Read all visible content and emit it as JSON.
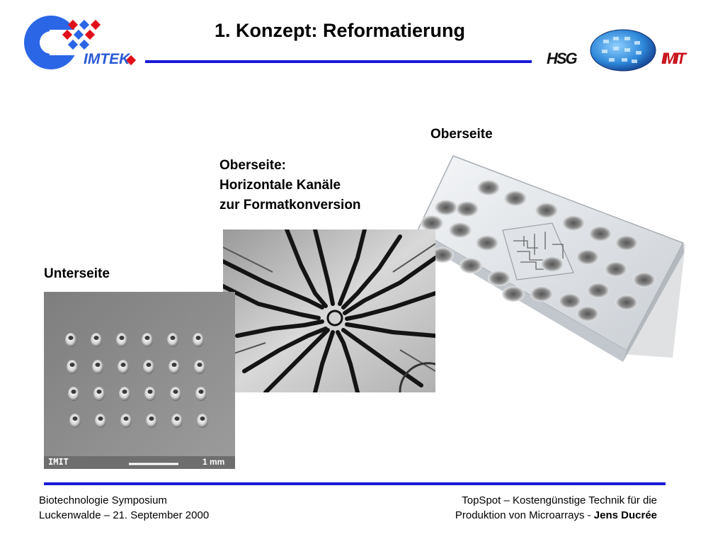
{
  "slide": {
    "title": "1. Konzept: Reformatierung"
  },
  "logos": {
    "imtek": "IMTEK",
    "hsg": "HSG",
    "imit": "IMIT"
  },
  "labels": {
    "oberseite": "Oberseite",
    "channels_line1": "Oberseite:",
    "channels_line2": "Horizontale Kanäle",
    "channels_line3": "zur Formatkonversion",
    "unterseite": "Unterseite"
  },
  "micrograph": {
    "brand": "IMIT",
    "scale": "1 mm"
  },
  "footer": {
    "left_line1": "Biotechnologie Symposium",
    "left_line2": "Luckenwalde – 21. September 2000",
    "right_line1": "TopSpot – Kostengünstige Technik für die",
    "right_line2_prefix": "Produktion von Microarrays - ",
    "right_line2_author": "Jens Ducrée"
  },
  "colors": {
    "accent_blue": "#1a1ad6",
    "logo_red": "#e0101a"
  }
}
